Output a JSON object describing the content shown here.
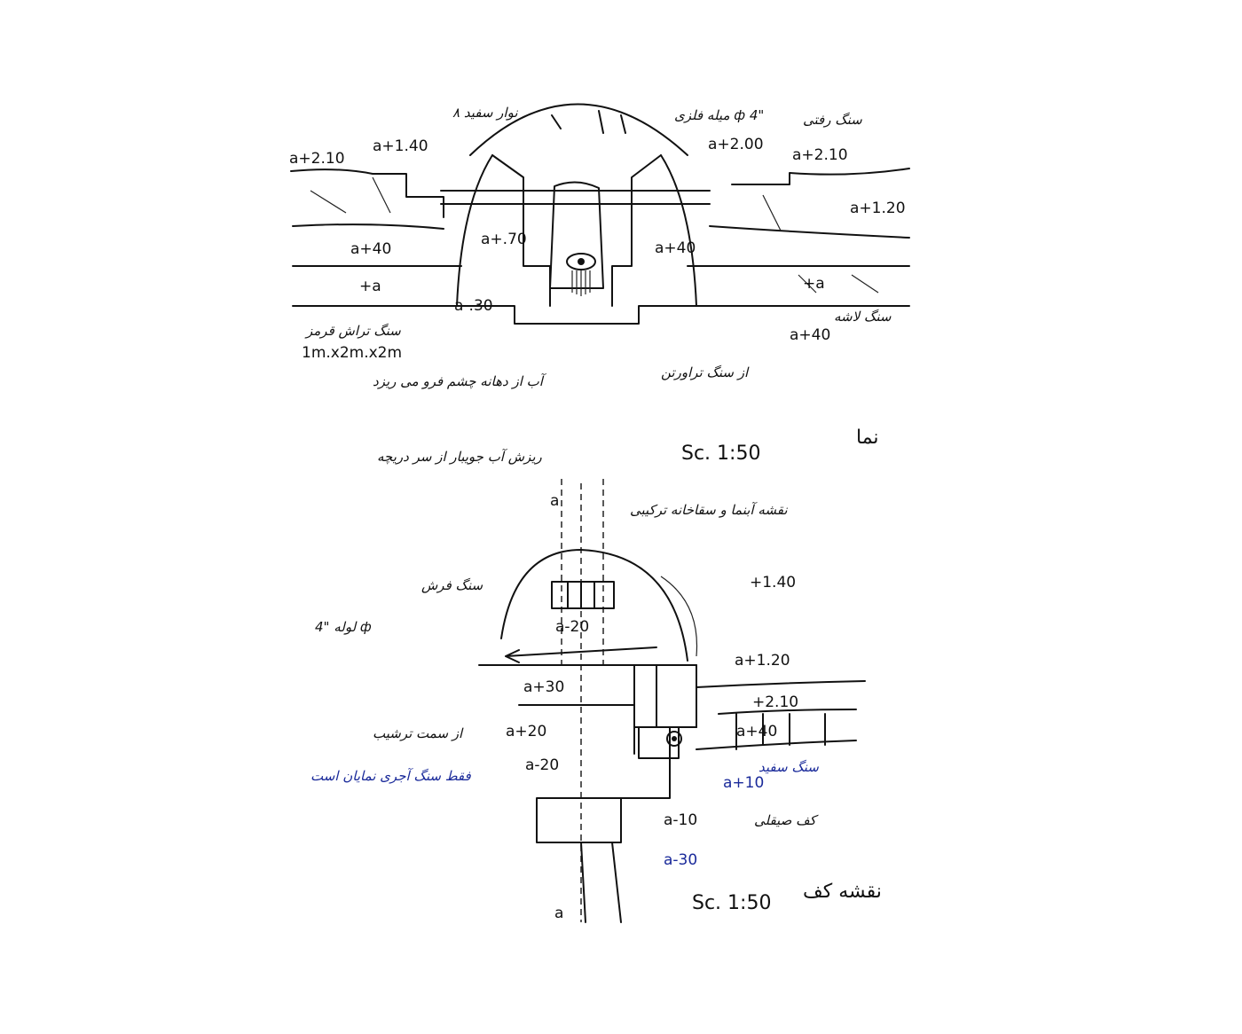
{
  "elevation": {
    "title": "نما",
    "scale": "Sc. 1:50",
    "levels": [
      "a+2.10",
      "a+1.40",
      "a+2.00",
      "a+2.10",
      "a+1.20",
      "a+40",
      "a+.70",
      "a+40",
      "+a",
      "+a",
      "a-.30",
      "a+40"
    ],
    "dimensions": "1m.x2m.x2m",
    "notes": [
      "۸ نوار سفید",
      "میله فلزی ф 4\"",
      "سنگ رفتی",
      "سنگ لاشه",
      "آب از دهانه چشم فرو می ریزد",
      "از سنگ تراورتن",
      "ریزش آب جویبار از سر دریچه",
      "سنگ تراش قرمز"
    ]
  },
  "plan": {
    "title": "نقشه کف",
    "scale": "Sc. 1:50",
    "heading": "نقشه آبنما و سقاخانه ترکیبی",
    "levels": [
      "+1.40",
      "a-20",
      "a+1.20",
      "a+30",
      "+2.10",
      "a+40",
      "a+20",
      "a-20",
      "a+10",
      "a-10",
      "a-30"
    ],
    "section_marks": [
      "a",
      "a"
    ],
    "notes": [
      "سنگ فرش",
      "لوله \"4 ф",
      "از سمت ترشیب",
      "فقط سنگ آجری نمایان است",
      "سنگ سفید",
      "کف صیقلی"
    ]
  }
}
